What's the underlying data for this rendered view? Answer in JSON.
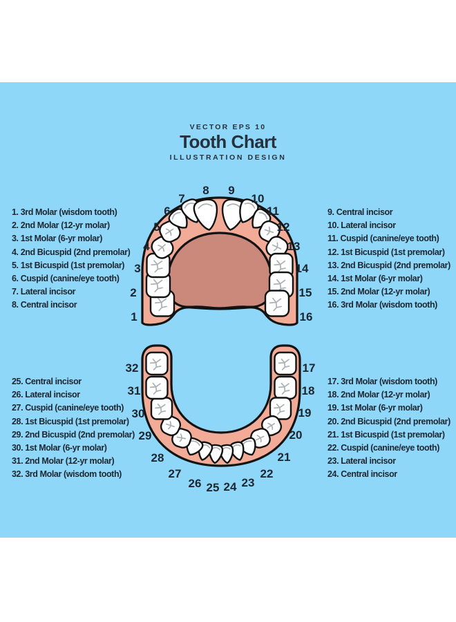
{
  "header": {
    "kicker": "VECTOR EPS 10",
    "title": "Tooth Chart",
    "subtitle": "ILLUSTRATION DESIGN"
  },
  "legend": {
    "upper_left": [
      "1. 3rd Molar (wisdom tooth)",
      "2. 2nd Molar (12-yr molar)",
      "3. 1st Molar (6-yr molar)",
      "4. 2nd Bicuspid (2nd premolar)",
      "5. 1st Bicuspid (1st premolar)",
      "6. Cuspid (canine/eye tooth)",
      "7. Lateral incisor",
      "8. Central incisor"
    ],
    "upper_right": [
      "9. Central incisor",
      "10. Lateral incisor",
      "11. Cuspid (canine/eye tooth)",
      "12. 1st Bicuspid (1st premolar)",
      "13. 2nd Bicuspid (2nd premolar)",
      "14. 1st Molar (6-yr molar)",
      "15. 2nd Molar (12-yr molar)",
      "16. 3rd Molar (wisdom tooth)"
    ],
    "lower_left": [
      "25. Central incisor",
      "26. Lateral incisor",
      "27. Cuspid (canine/eye tooth)",
      "28. 1st Bicuspid (1st premolar)",
      "29. 2nd Bicuspid (2nd premolar)",
      "30. 1st Molar (6-yr molar)",
      "31. 2nd Molar (12-yr molar)",
      "32. 3rd Molar (wisdom tooth)"
    ],
    "lower_right": [
      "17. 3rd Molar (wisdom tooth)",
      "18. 2nd Molar (12-yr molar)",
      "19. 1st Molar (6-yr molar)",
      "20. 2nd Bicuspid (2nd premolar)",
      "21. 1st Bicuspid (1st premolar)",
      "22. Cuspid (canine/eye tooth)",
      "23. Lateral incisor",
      "24. Central incisor"
    ]
  },
  "diagram": {
    "upper_tooth_numbers": [
      "1",
      "2",
      "3",
      "4",
      "5",
      "6",
      "7",
      "8",
      "9",
      "10",
      "11",
      "12",
      "13",
      "14",
      "15",
      "16"
    ],
    "lower_tooth_numbers": [
      "17",
      "18",
      "19",
      "20",
      "21",
      "22",
      "23",
      "24",
      "25",
      "26",
      "27",
      "28",
      "29",
      "30",
      "31",
      "32"
    ]
  },
  "colors": {
    "background_blue": "#8ed7f8",
    "page_white": "#ffffff",
    "gum_pink": "#f2ab97",
    "palate_pink": "#ca897a",
    "tooth_white": "#ffffff",
    "outline_black": "#131313",
    "fissure_gray": "#abb0b5",
    "text_dark": "#1c2630",
    "title_dark": "#25313d"
  }
}
